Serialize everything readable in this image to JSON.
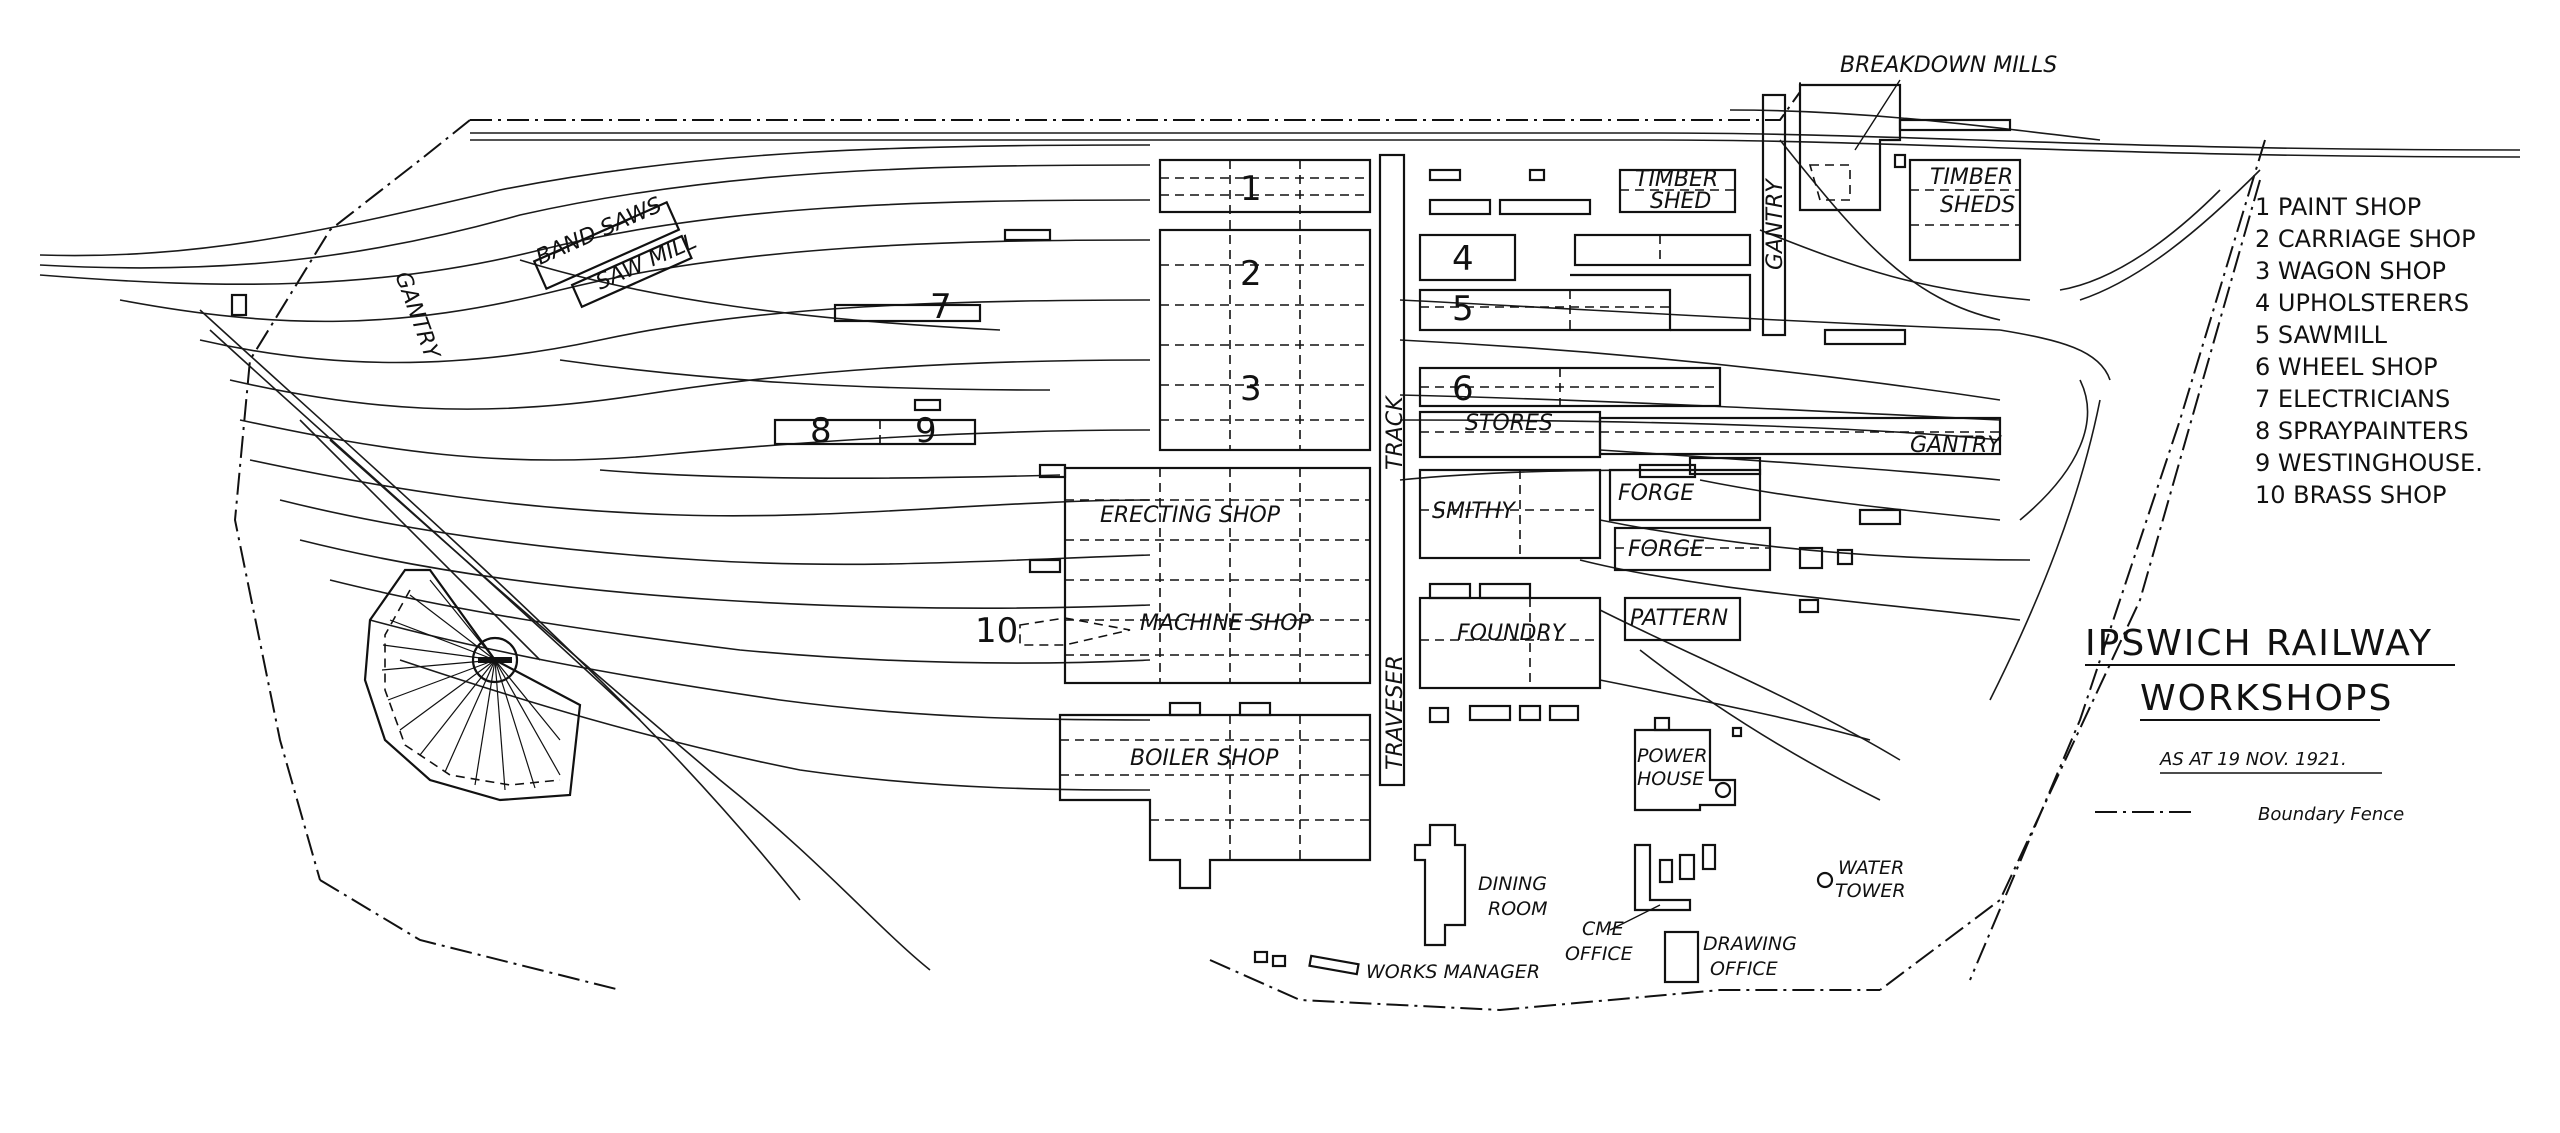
{
  "title": {
    "line1": "IPSWICH RAILWAY",
    "line2": "WORKSHOPS",
    "date": "AS AT 19 NOV. 1921."
  },
  "key": {
    "fence_label": "Boundary Fence",
    "items": [
      "1  PAINT SHOP",
      "2  CARRIAGE SHOP",
      "3  WAGON SHOP",
      "4  UPHOLSTERERS",
      "5  SAWMILL",
      "6  WHEEL SHOP",
      "7  ELECTRICIANS",
      "8  SPRAYPAINTERS",
      "9  WESTINGHOUSE.",
      "10 BRASS SHOP"
    ]
  },
  "labels": {
    "breakdown_mills": "BREAKDOWN MILLS",
    "timber_shed": "TIMBER",
    "timber_shed_2": "SHED",
    "timber_sheds": "TIMBER",
    "timber_sheds_2": "SHEDS",
    "gantry_top": "GANTRY",
    "gantry_left": "GANTRY",
    "gantry_right": "GANTRY",
    "band_saws": "BAND SAWS",
    "saw_mill": "SAW MILL",
    "track": "TRACK",
    "traverser": "TRAVESER",
    "stores": "STORES",
    "smithy": "SMITHY",
    "forge_1": "FORGE",
    "forge_2": "FORGE",
    "foundry": "FOUNDRY",
    "pattern": "PATTERN",
    "erecting_shop": "ERECTING SHOP",
    "machine_shop": "MACHINE SHOP",
    "boiler_shop": "BOILER SHOP",
    "power_house_1": "POWER",
    "power_house_2": "HOUSE",
    "dining_1": "DINING",
    "dining_2": "ROOM",
    "cme_1": "CME",
    "cme_2": "OFFICE",
    "drawing_1": "DRAWING",
    "drawing_2": "OFFICE",
    "water_1": "WATER",
    "water_2": "TOWER",
    "works_manager": "WORKS MANAGER"
  },
  "numbers": {
    "n1": "1",
    "n2": "2",
    "n3": "3",
    "n4": "4",
    "n5": "5",
    "n6": "6",
    "n7": "7",
    "n8": "8",
    "n9": "9",
    "n10": "10"
  }
}
